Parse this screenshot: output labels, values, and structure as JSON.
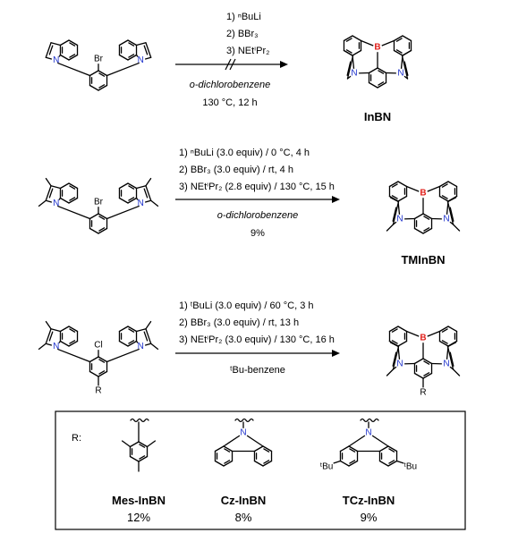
{
  "reaction1": {
    "conditions": [
      "1) ⁿBuLi",
      "2) BBr₃",
      "3) NEtⁱPr₂"
    ],
    "solvent": "o-dichlorobenzene",
    "temp_time": "130 °C, 12 h",
    "product_label": "InBN",
    "halogen": "Br"
  },
  "reaction2": {
    "conditions": [
      "1) ⁿBuLi (3.0 equiv) / 0 °C, 4 h",
      "2) BBr₃ (3.0 equiv) / rt, 4 h",
      "3) NEtⁱPr₂ (2.8 equiv) / 130 °C, 15 h"
    ],
    "solvent": "o-dichlorobenzene",
    "yield": "9%",
    "product_label": "TMInBN",
    "halogen": "Br"
  },
  "reaction3": {
    "conditions": [
      "1) ᵗBuLi (3.0 equiv) / 60 °C, 3 h",
      "2) BBr₃ (3.0 equiv) / rt, 13 h",
      "3) NEtⁱPr₂ (3.0 equiv) / 130 °C, 16 h"
    ],
    "solvent": "ᵗBu-benzene",
    "halogen": "Cl",
    "r_label": "R"
  },
  "atoms": {
    "n": "N",
    "b": "B",
    "tbu": "ᵗBu"
  },
  "substituents": {
    "box_label": "R:",
    "items": [
      {
        "name": "Mes-InBN",
        "yield": "12%"
      },
      {
        "name": "Cz-InBN",
        "yield": "8%"
      },
      {
        "name": "TCz-InBN",
        "yield": "9%"
      }
    ]
  },
  "colors": {
    "nitrogen": "#1f33cc",
    "boron": "#e0201b",
    "line": "#000000"
  }
}
